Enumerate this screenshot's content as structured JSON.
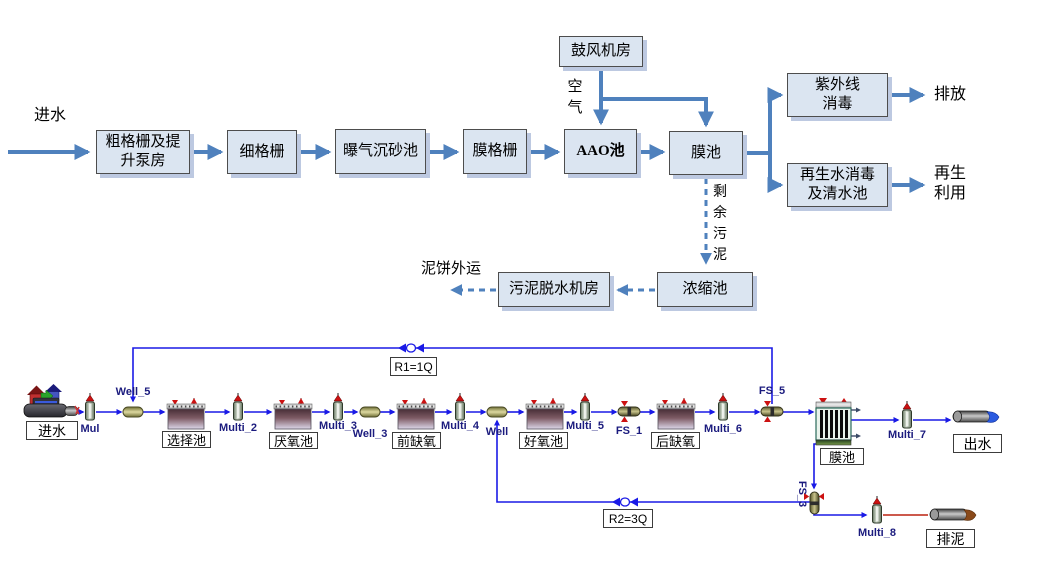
{
  "top": {
    "influent": "进水",
    "coarse": [
      "粗格栅及提",
      "升泵房"
    ],
    "fine": "细格栅",
    "grit": "曝气沉砂池",
    "mscreen": "膜格栅",
    "aao": "AAO池",
    "mtank": "膜池",
    "blower": "鼓风机房",
    "air": [
      "空",
      "气"
    ],
    "uv": [
      "紫外线",
      "消毒"
    ],
    "discharge": "排放",
    "reclaim": [
      "再生水消毒",
      "及清水池"
    ],
    "reuse": [
      "再生",
      "利用"
    ],
    "excess": [
      "剩",
      "余",
      "污",
      "泥"
    ],
    "thickener": "浓缩池",
    "dewater": "污泥脱水机房",
    "cake": "泥饼外运"
  },
  "model": {
    "influent": "进水",
    "mul": "Mul",
    "well5": "Well_5",
    "selector": "选择池",
    "multi2": "Multi_2",
    "anaerobic": "厌氧池",
    "multi3": "Multi_3",
    "well3": "Well_3",
    "preanoxic": "前缺氧",
    "multi4": "Multi_4",
    "well": "Well",
    "aerobic": "好氧池",
    "multi5": "Multi_5",
    "fs1": "FS_1",
    "postanoxic": "后缺氧",
    "multi6": "Multi_6",
    "fs5": "FS_5",
    "mbr": "膜池",
    "multi7": "Multi_7",
    "effluent": "出水",
    "fs3": "FS_3",
    "multi8": "Multi_8",
    "sludge": "排泥",
    "r1": "R1=1Q",
    "r2": "R2=3Q"
  },
  "colors": {
    "flow_arrow": "#4f81bd",
    "box_fill": "#dbe5f1",
    "box_shadow": "#bdc9e1",
    "model_line": "#1a1ae6",
    "sludge_line": "#bb2211",
    "marker_red": "#cc1111"
  }
}
